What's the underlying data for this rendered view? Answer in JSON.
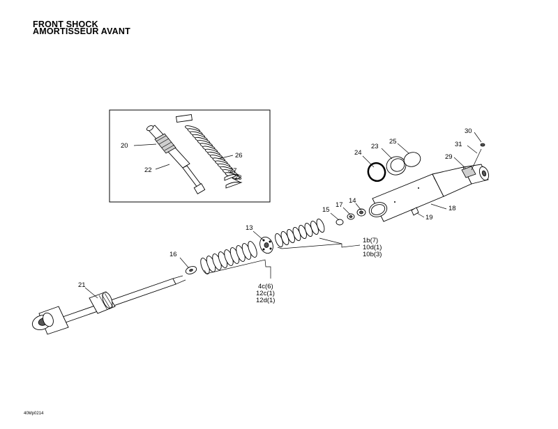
{
  "title": {
    "line1": "FRONT SHOCK",
    "line2": "AMORTISSEUR AVANT"
  },
  "drawing_code": "40Mp0214",
  "callouts": {
    "c13": "13",
    "c14": "14",
    "c15": "15",
    "c16": "16",
    "c17": "17",
    "c18": "18",
    "c19": "19",
    "c20": "20",
    "c21": "21",
    "c22": "22",
    "c23": "23",
    "c24": "24",
    "c25": "25",
    "c26": "26",
    "c27": "27",
    "c28": "28",
    "c29": "29",
    "c30": "30",
    "c31": "31"
  },
  "groups": {
    "upper": [
      "1b(7)",
      "10d(1)",
      "10b(3)"
    ],
    "lower": [
      "4c(6)",
      "12c(1)",
      "12d(1)"
    ]
  }
}
